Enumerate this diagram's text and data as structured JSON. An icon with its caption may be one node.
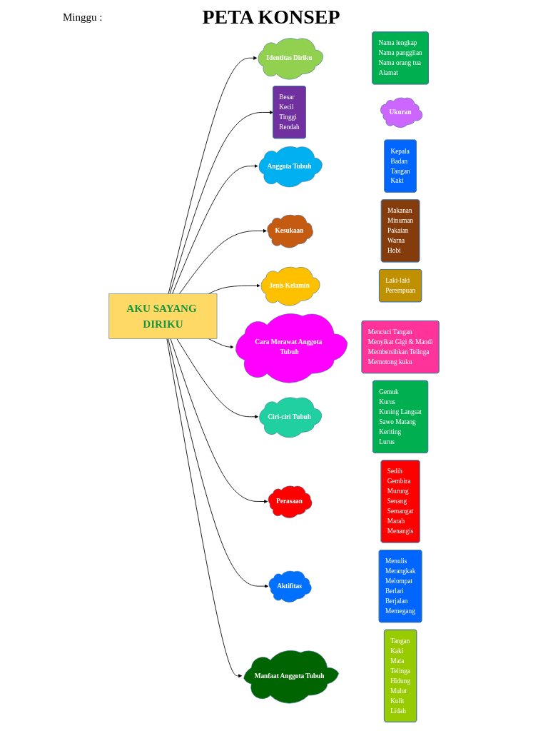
{
  "diagram": {
    "title": "PETA KONSEP",
    "nodes": [
      {
        "text": [
          "AKU SAYANG DIRIKU"
        ]
      },
      {
        "text": [
          "Identitas Diriku"
        ]
      },
      {
        "text": [
          "Nama lengkap",
          "Nama panggilan",
          "Nama orang tua",
          "Alamat"
        ]
      },
      {
        "text": [
          "Ukuran"
        ]
      },
      {
        "text": [
          "Besar",
          "Kecil",
          "Tinggi",
          "Rendah"
        ]
      },
      {
        "text": [
          "Anggota Tubuh"
        ]
      },
      {
        "text": [
          "Kepala",
          "Badan",
          "Tangan",
          "Kaki"
        ]
      },
      {
        "text": [
          "Kesukaan"
        ]
      },
      {
        "text": [
          "Makanan",
          "Minuman",
          "Pakaian",
          "Warna",
          "Hobi"
        ]
      },
      {
        "text": [
          "Jenis Kelamin"
        ]
      },
      {
        "text": [
          "Laki-laki",
          "Perempuan"
        ]
      },
      {
        "text": [
          "Cara Merawat Anggota Tubuh"
        ]
      },
      {
        "text": [
          "Mencuci Tangan",
          "Menyikat Gigi & Mandi",
          "Membersihkan Telinga",
          "Memotong kuku"
        ]
      },
      {
        "text": [
          "Ciri-ciri Tubuh"
        ]
      },
      {
        "text": [
          "Gemuk",
          "Kurus",
          "Kuning Langsat",
          "Sawo Matang",
          "Keriting",
          "Lurus"
        ]
      },
      {
        "text": [
          "Perasaan"
        ]
      },
      {
        "text": [
          "Sedih",
          "Gembira",
          "Murung",
          "Senang",
          "Semangat",
          "Marah",
          "Menangis"
        ]
      },
      {
        "text": [
          "Aktifitas"
        ]
      },
      {
        "text": [
          "Menulis",
          "Merangkak",
          "Melompat",
          "Berlari",
          "Berjalan",
          "Memegang"
        ]
      },
      {
        "text": [
          "Manfaat Anggota Tubuh"
        ]
      },
      {
        "text": [
          "Tangan",
          "Kaki",
          "Mata",
          "Telinga",
          "Hidung",
          "Mulut",
          "Kulit",
          "Lidah"
        ]
      }
    ],
    "edges": [
      {
        "from": 0,
        "to": 1,
        "arrow": "to"
      },
      {
        "from": 0,
        "to": 4,
        "arrow": "to"
      },
      {
        "from": 0,
        "to": 5,
        "arrow": "to"
      },
      {
        "from": 0,
        "to": 7,
        "arrow": "to"
      },
      {
        "from": 0,
        "to": 9,
        "arrow": "to"
      },
      {
        "from": 0,
        "to": 11,
        "arrow": "to"
      },
      {
        "from": 0,
        "to": 13,
        "arrow": "to"
      },
      {
        "from": 0,
        "to": 15,
        "arrow": "to"
      },
      {
        "from": 0,
        "to": 17,
        "arrow": "to"
      },
      {
        "from": 0,
        "to": 19,
        "arrow": "to"
      }
    ],
    "labels": [
      "Minggu :"
    ]
  }
}
